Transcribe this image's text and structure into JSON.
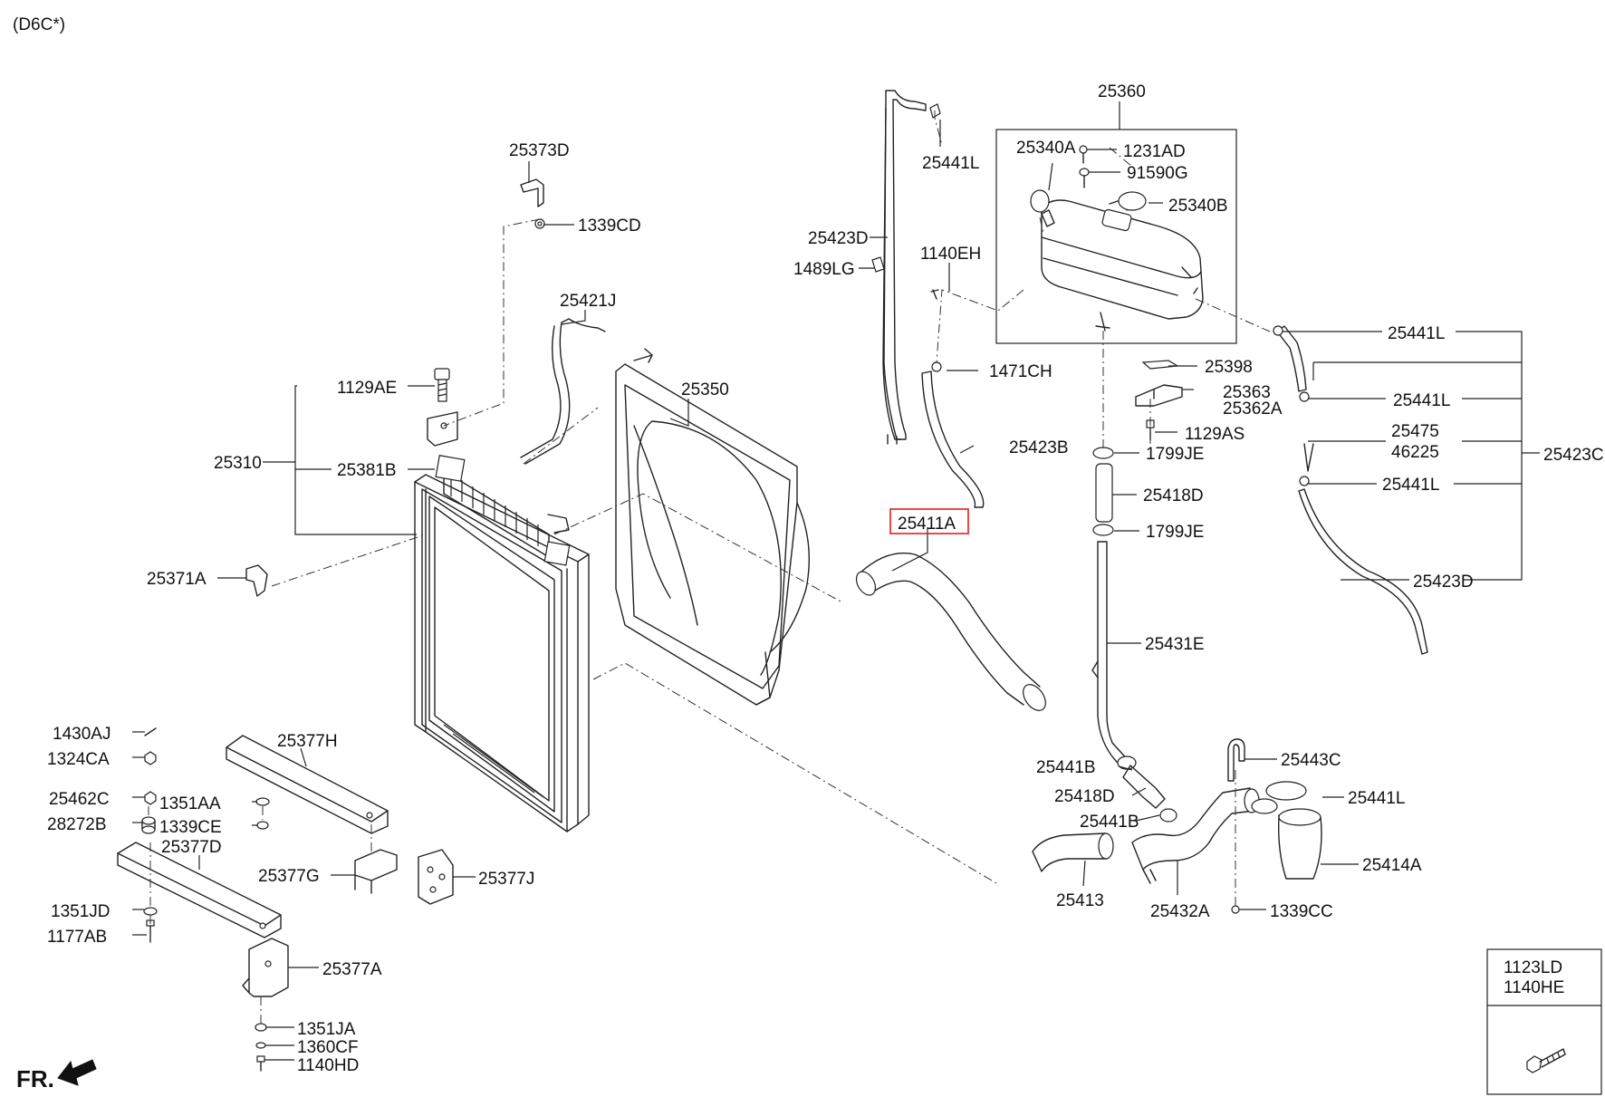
{
  "header": {
    "engine_code": "(D6C*)"
  },
  "direction": {
    "front_label": "FR."
  },
  "highlighted_part": "25411A",
  "labels": {
    "p25373D": "25373D",
    "p1339CD": "1339CD",
    "p25421J": "25421J",
    "p1129AE": "1129AE",
    "p25310": "25310",
    "p25381B": "25381B",
    "p25371A": "25371A",
    "p25350": "25350",
    "p25441L_a": "25441L",
    "p25423D_a": "25423D",
    "p1140EH": "1140EH",
    "p1489LG": "1489LG",
    "p1471CH": "1471CH",
    "p25423B": "25423B",
    "p25411A": "25411A",
    "p25360": "25360",
    "p25340A": "25340A",
    "p1231AD": "1231AD",
    "p91590G": "91590G",
    "p25340B": "25340B",
    "p25398": "25398",
    "p25363": "25363",
    "p25362A": "25362A",
    "p1129AS": "1129AS",
    "p1799JE_a": "1799JE",
    "p25418D_a": "25418D",
    "p1799JE_b": "1799JE",
    "p25431E": "25431E",
    "p25441L_b": "25441L",
    "p25441L_c": "25441L",
    "p25475": "25475",
    "p46225": "46225",
    "p25423C": "25423C",
    "p25441L_d": "25441L",
    "p25423D_b": "25423D",
    "p1430AJ": "1430AJ",
    "p1324CA": "1324CA",
    "p25377H": "25377H",
    "p25462C": "25462C",
    "p1351AA": "1351AA",
    "p28272B": "28272B",
    "p1339CE": "1339CE",
    "p25377D": "25377D",
    "p25377G": "25377G",
    "p25377J": "25377J",
    "p1351JD": "1351JD",
    "p1177AB": "1177AB",
    "p25377A": "25377A",
    "p1351JA": "1351JA",
    "p1360CF": "1360CF",
    "p1140HD": "1140HD",
    "p25441B_a": "25441B",
    "p25418D_b": "25418D",
    "p25441B_b": "25441B",
    "p25443C": "25443C",
    "p25441L_e": "25441L",
    "p25414A": "25414A",
    "p25413": "25413",
    "p25432A": "25432A",
    "p1339CC": "1339CC"
  },
  "legend_box": {
    "line1": "1123LD",
    "line2": "1140HE",
    "icon": "bolt-icon"
  },
  "colors": {
    "highlight": "#e0201b",
    "line": "#222222"
  }
}
